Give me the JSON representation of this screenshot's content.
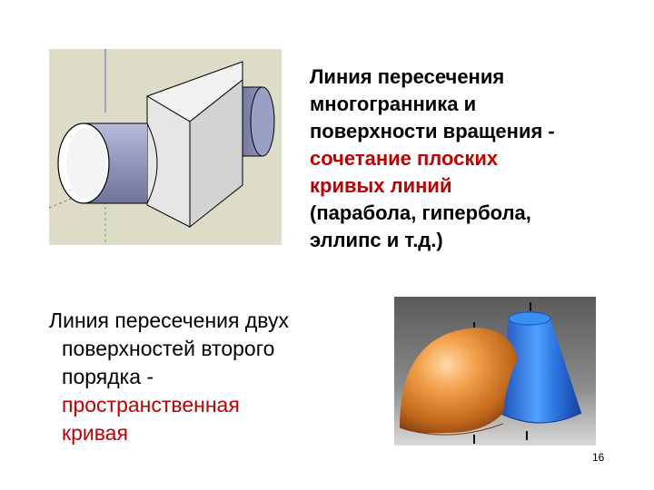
{
  "slide": {
    "top_text": {
      "line1": "Линия пересечения",
      "line2": "многогранника и",
      "line3": "поверхности вращения -",
      "accent1": "сочетание плоских",
      "accent2": "кривых линий",
      "line4": "(парабола, гипербола,",
      "line5": "эллипс и т.д.)"
    },
    "bottom_text": {
      "line1": "Линия пересечения двух",
      "line2": "поверхностей второго",
      "line3": "порядка -",
      "accent1": "пространственная",
      "accent2": "кривая"
    },
    "page_number": "16",
    "colors": {
      "accent": "#c00000",
      "cylinder": "#8f95bd",
      "dome": "#e8892f",
      "cone": "#2f7fe6"
    }
  }
}
